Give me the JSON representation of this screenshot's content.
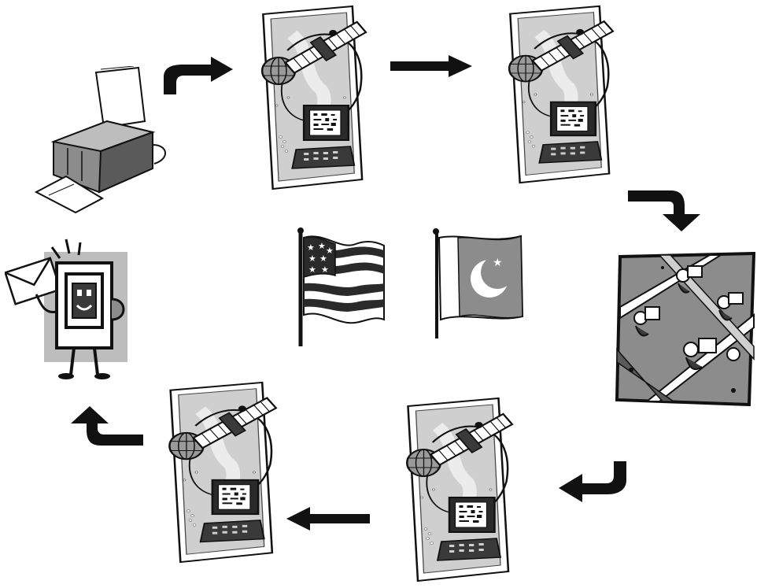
{
  "diagram": {
    "type": "cycle",
    "colors": {
      "ink": "#111111",
      "dark": "#3a3a3a",
      "mid": "#8c8c8c",
      "light": "#cfcfcf",
      "paper": "#ffffff"
    },
    "nodes": [
      {
        "id": "fax",
        "icon": "fax-machine-icon"
      },
      {
        "id": "sat-1",
        "icon": "satellite-uplink-icon"
      },
      {
        "id": "sat-2",
        "icon": "satellite-uplink-icon"
      },
      {
        "id": "office",
        "icon": "office-workers-icon"
      },
      {
        "id": "sat-3",
        "icon": "satellite-uplink-icon"
      },
      {
        "id": "sat-4",
        "icon": "satellite-uplink-icon"
      },
      {
        "id": "receiver",
        "icon": "happy-fax-receiver-icon"
      }
    ],
    "center": [
      {
        "id": "flag-usa",
        "icon": "us-flag-icon"
      },
      {
        "id": "flag-pakistan",
        "icon": "pakistan-flag-icon"
      }
    ],
    "edges": [
      {
        "from": "fax",
        "to": "sat-1",
        "style": "curved"
      },
      {
        "from": "sat-1",
        "to": "sat-2",
        "style": "straight"
      },
      {
        "from": "sat-2",
        "to": "office",
        "style": "curved"
      },
      {
        "from": "office",
        "to": "sat-3",
        "style": "curved"
      },
      {
        "from": "sat-3",
        "to": "sat-4",
        "style": "straight"
      },
      {
        "from": "sat-4",
        "to": "receiver",
        "style": "curved"
      }
    ]
  }
}
